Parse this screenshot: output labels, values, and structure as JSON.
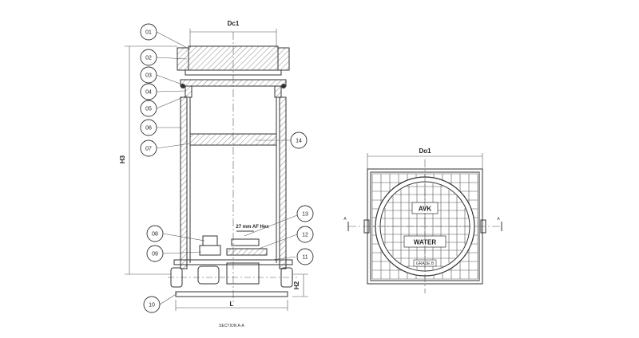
{
  "callouts": [
    "01",
    "02",
    "03",
    "04",
    "05",
    "06",
    "07",
    "08",
    "09",
    "10",
    "11",
    "12",
    "13",
    "14"
  ],
  "dimensions": {
    "dc1": "Dc1",
    "h3": "H3",
    "h2": "H2",
    "l": "L",
    "do1": "Do1"
  },
  "annotations": {
    "hex": "27 mm AF Hex",
    "section_caption": "SECTION  A-A",
    "section_mark_left": "A",
    "section_mark_right": "A"
  },
  "cover_marks": {
    "brand": "AVK",
    "word": "WATER",
    "grade": "GRADE B"
  }
}
